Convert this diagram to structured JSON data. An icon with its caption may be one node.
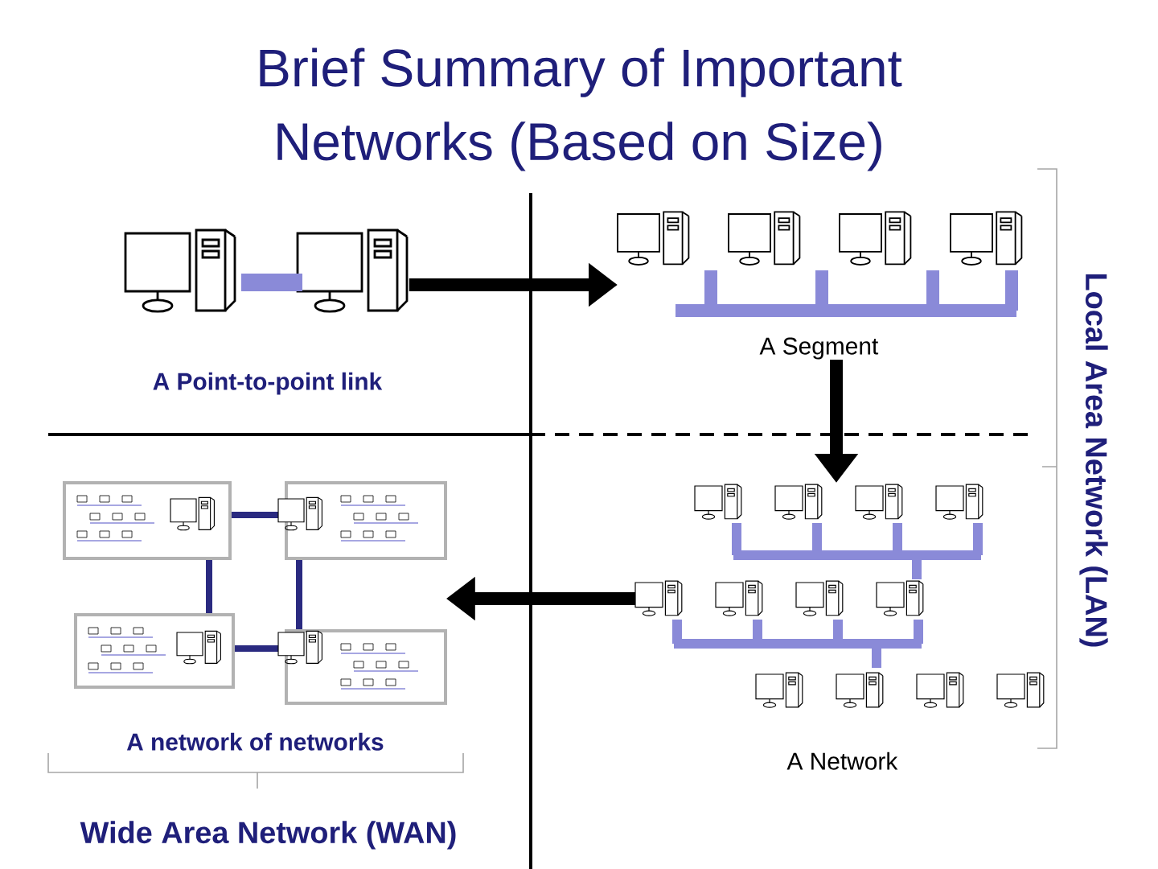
{
  "diagram": {
    "title": "Brief Summary of Important Networks (Based on Size)",
    "nodes": [
      {
        "text": [
          "A Point-to-point link"
        ]
      },
      {
        "text": [
          "A Segment"
        ]
      },
      {
        "text": [
          "A Network"
        ]
      },
      {
        "text": [
          "A network of networks"
        ]
      }
    ],
    "edges": [
      {
        "from": 0,
        "to": 1,
        "arrow": "to"
      },
      {
        "from": 1,
        "to": 2,
        "arrow": "to"
      },
      {
        "from": 2,
        "to": 3,
        "arrow": "to"
      }
    ],
    "labels": [
      "Local Area Network (LAN)",
      "Wide Area Network (WAN)"
    ]
  }
}
